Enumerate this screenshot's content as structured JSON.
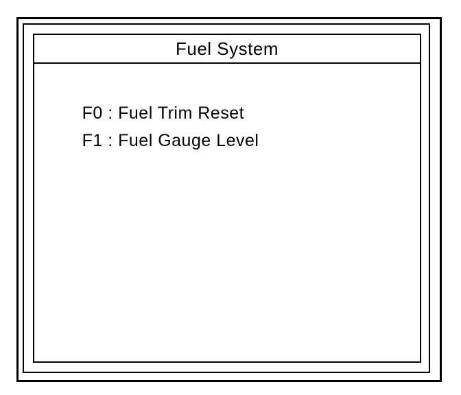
{
  "screen": {
    "title": "Fuel System"
  },
  "menu": {
    "items": [
      {
        "key": "F0",
        "sep": " : ",
        "label": "Fuel Trim Reset"
      },
      {
        "key": "F1",
        "sep": " : ",
        "label": "Fuel Gauge Level"
      }
    ]
  },
  "colors": {
    "foreground": "#000000",
    "background": "#ffffff"
  }
}
